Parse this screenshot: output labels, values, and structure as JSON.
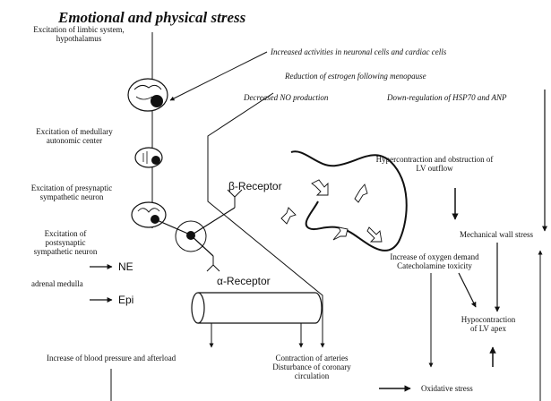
{
  "title": "Emotional and physical stress",
  "left_labels": {
    "limbic": "Excitation of limbic system,\nhypothalamus",
    "medullary": "Excitation of medullary\nautonomic center",
    "presynaptic": "Excitation of presynaptic\nsympathetic neuron",
    "postsynaptic": "Excitation of\npostsynaptic\nsympathetic neuron",
    "adrenal": "adrenal medulla"
  },
  "transmitters": {
    "ne": "NE",
    "epi": "Epi"
  },
  "top_notes": {
    "neuronal": "Increased activities in neuronal cells and cardiac cells",
    "estrogen": "Reduction of estrogen following menopause",
    "no": "Decreased NO production",
    "hsp": "Down-regulation of HSP70 and ANP"
  },
  "receptors": {
    "beta": "β-Receptor",
    "alpha": "α-Receptor"
  },
  "effects": {
    "hypercontraction": "Hypercontraction and obstruction of\nLV outflow",
    "mechanical": "Mechanical wall stress",
    "oxygen": "Increase of oxygen demand\nCatecholamine toxicity",
    "hypocontraction": "Hypocontraction\nof LV apex",
    "blood_pressure": "Increase of blood pressure and afterload",
    "arteries": "Contraction of arteries\nDisturbance of coronary\ncirculation",
    "oxidative": "Oxidative stress"
  }
}
